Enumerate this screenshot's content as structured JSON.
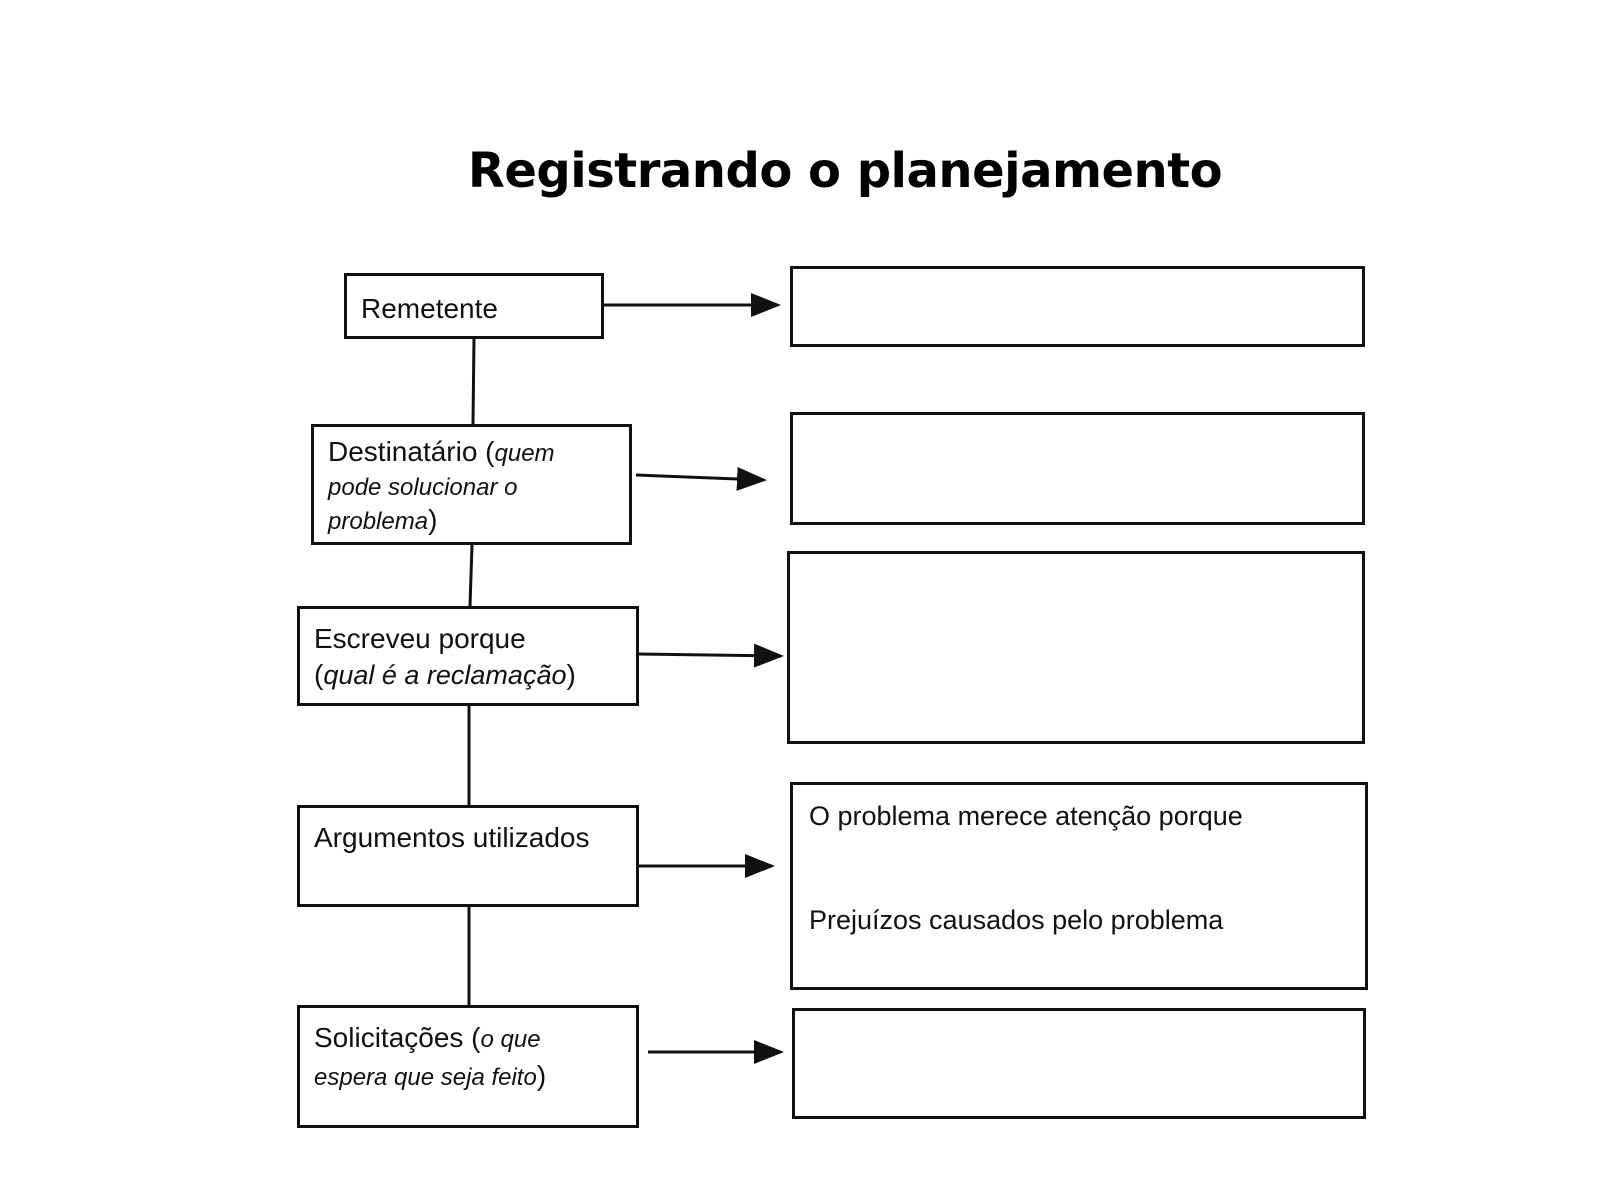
{
  "title": "Registrando o planejamento",
  "left_boxes": {
    "remetente": {
      "label": "Remetente"
    },
    "destinatario": {
      "label": "Destinatário",
      "open_paren": " (",
      "italic_line1": "quem",
      "italic_line2": "pode solucionar o",
      "italic_line3": "problema",
      "close_paren": ")"
    },
    "escreveu": {
      "label": "Escreveu porque",
      "open_paren": "(",
      "italic": "qual é a reclamação",
      "close_paren": ")"
    },
    "argumentos": {
      "label": "Argumentos utilizados"
    },
    "solicitacoes": {
      "label": "Solicitações",
      "open_paren": " (",
      "italic_line1": "o que",
      "italic_line2": "espera que seja feito",
      "close_paren": ")"
    }
  },
  "answer_boxes": {
    "argumentos": {
      "line1": "O problema merece atenção porque",
      "line2": "Prejuízos causados pelo problema"
    }
  }
}
